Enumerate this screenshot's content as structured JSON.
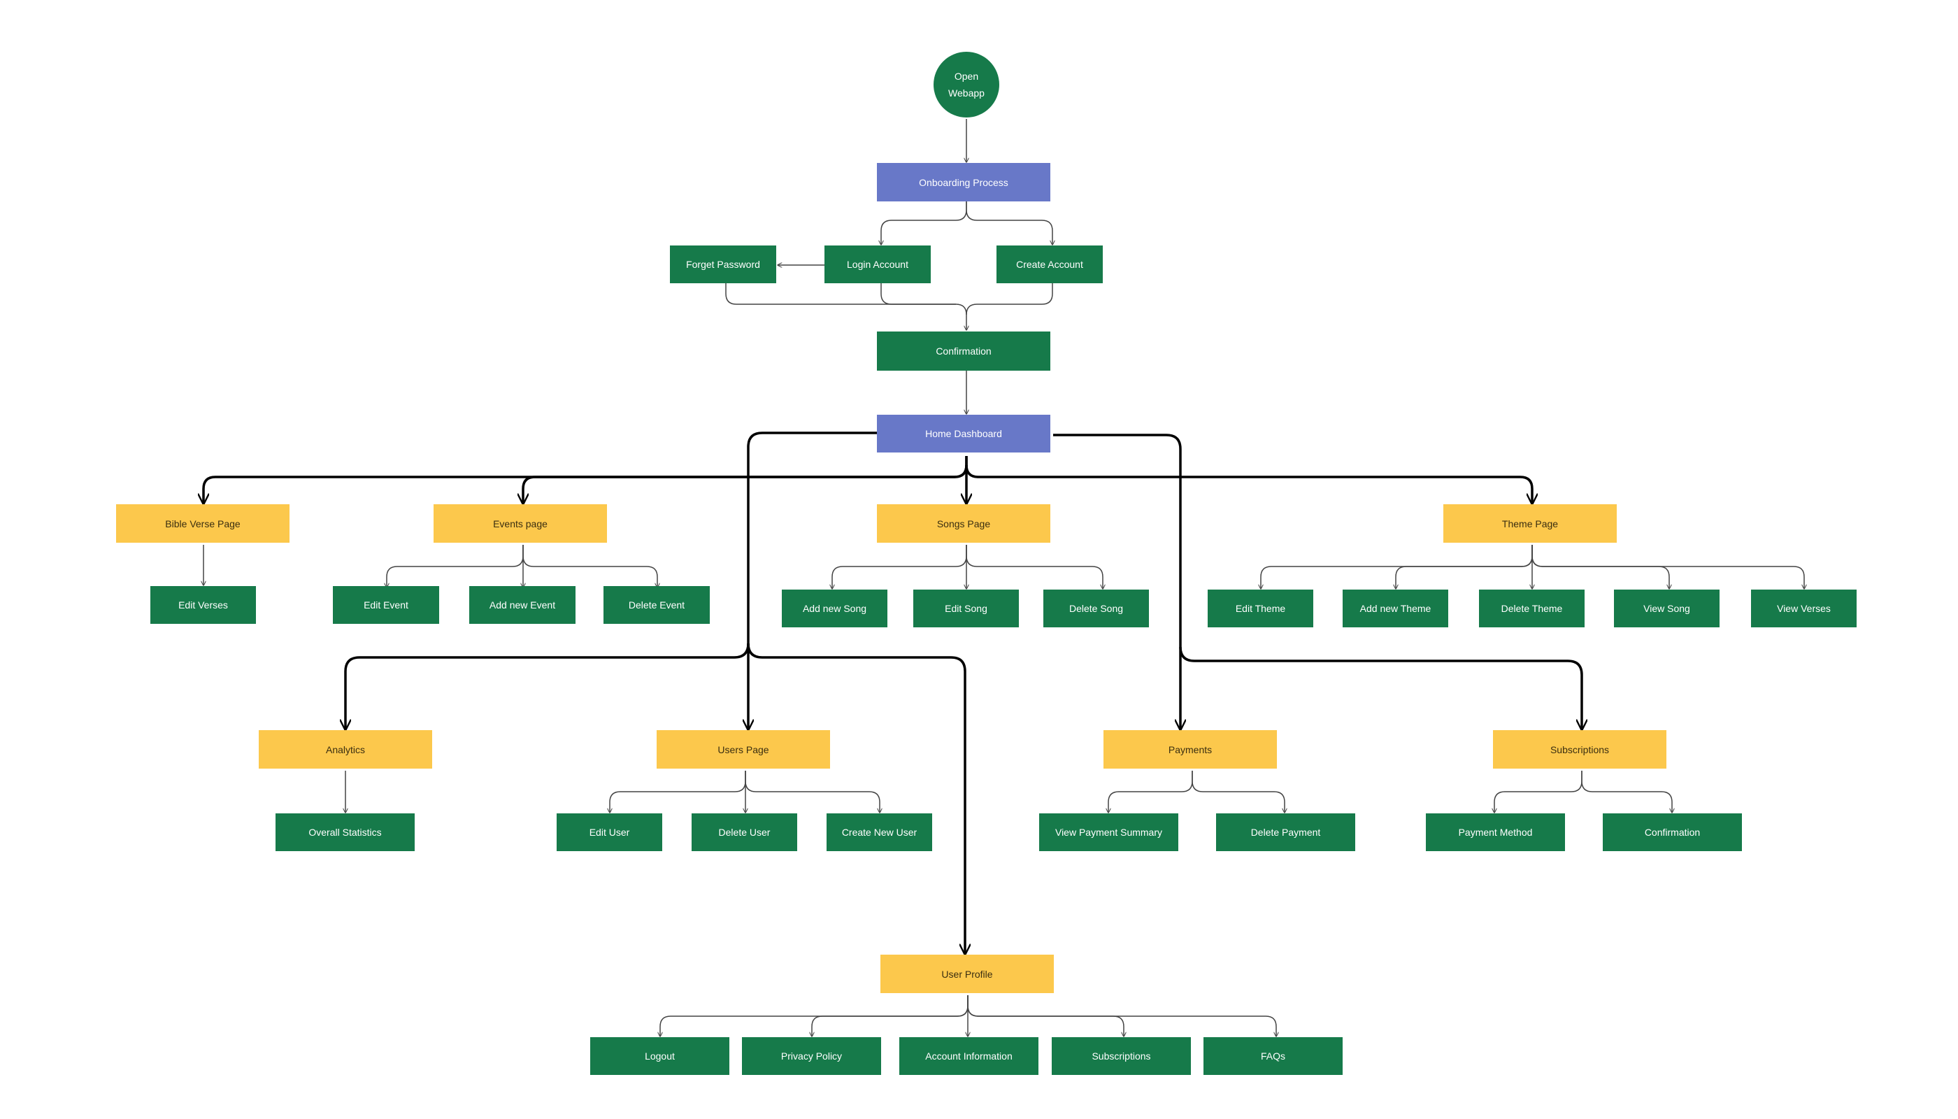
{
  "colors": {
    "action": "#167a4a",
    "process": "#6878c8",
    "page": "#fcc84c",
    "connector": "#444444",
    "main_connector": "#000000"
  },
  "nodes": {
    "open": "Open Webapp",
    "onboarding": "Onboarding Process",
    "forget": "Forget Password",
    "login": "Login Account",
    "create": "Create Account",
    "confirm": "Confirmation",
    "home": "Home Dashboard",
    "bible": "Bible Verse Page",
    "edit_verses": "Edit Verses",
    "events": "Events page",
    "edit_event": "Edit Event",
    "add_event": "Add new Event",
    "delete_event": "Delete Event",
    "songs": "Songs Page",
    "add_song": "Add new Song",
    "edit_song": "Edit Song",
    "delete_song": "Delete Song",
    "theme": "Theme Page",
    "edit_theme": "Edit Theme",
    "add_theme": "Add new Theme",
    "delete_theme": "Delete Theme",
    "view_song": "View Song",
    "view_verses": "View Verses",
    "analytics": "Analytics",
    "overall_stats": "Overall Statistics",
    "users": "Users Page",
    "edit_user": "Edit User",
    "delete_user": "Delete User",
    "create_user": "Create New User",
    "payments": "Payments",
    "view_payment": "View Payment Summary",
    "delete_payment": "Delete Payment",
    "subs": "Subscriptions",
    "payment_method": "Payment Method",
    "sub_confirm": "Confirmation",
    "profile": "User Profile",
    "logout": "Logout",
    "privacy": "Privacy Policy",
    "account_info": "Account Information",
    "profile_subs": "Subscriptions",
    "faqs": "FAQs"
  }
}
